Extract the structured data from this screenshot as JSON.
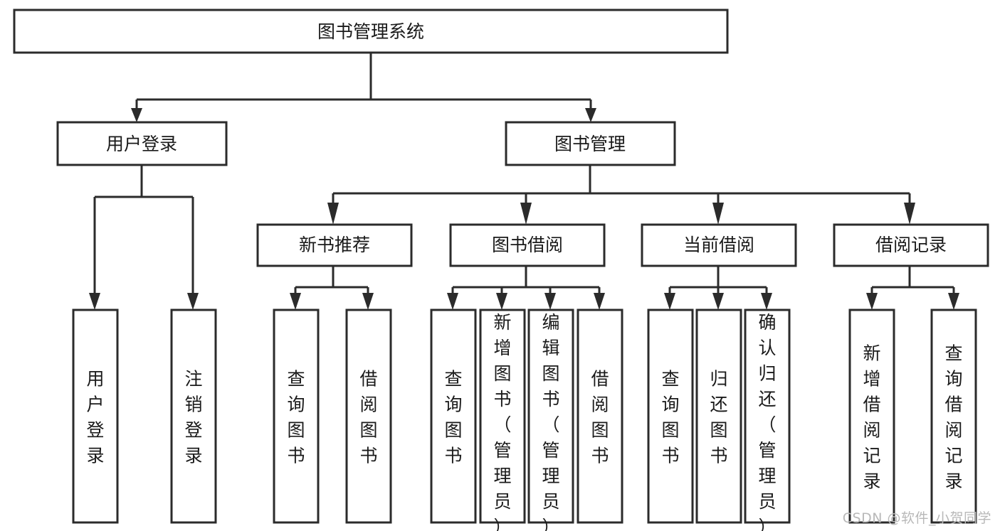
{
  "diagram": {
    "type": "tree-hierarchy-chart",
    "title": "图书管理系统",
    "watermark": "CSDN @软件_小贺同学",
    "colors": {
      "box_fill": "#ffffff",
      "box_stroke": "#2b2b2b",
      "connector": "#2b2b2b",
      "text": "#1a1a1a",
      "watermark": "#b8b8b8",
      "background": "#ffffff"
    },
    "root": {
      "label": "图书管理系统"
    },
    "level2": [
      {
        "label": "用户登录"
      },
      {
        "label": "图书管理"
      }
    ],
    "level3": [
      {
        "label": "新书推荐"
      },
      {
        "label": "图书借阅"
      },
      {
        "label": "当前借阅"
      },
      {
        "label": "借阅记录"
      }
    ],
    "leaves": {
      "user_login": [
        {
          "label": "用户登录"
        },
        {
          "label": "注销登录"
        }
      ],
      "new_book_recommend": [
        {
          "label": "查询图书"
        },
        {
          "label": "借阅图书"
        }
      ],
      "book_borrow": [
        {
          "label": "查询图书"
        },
        {
          "label": "新增图书（管理员）"
        },
        {
          "label": "编辑图书（管理员）"
        },
        {
          "label": "借阅图书"
        }
      ],
      "current_borrow": [
        {
          "label": "查询图书"
        },
        {
          "label": "归还图书"
        },
        {
          "label": "确认归还（管理员）"
        }
      ],
      "borrow_record": [
        {
          "label": "新增借阅记录"
        },
        {
          "label": "查询借阅记录"
        }
      ]
    }
  }
}
